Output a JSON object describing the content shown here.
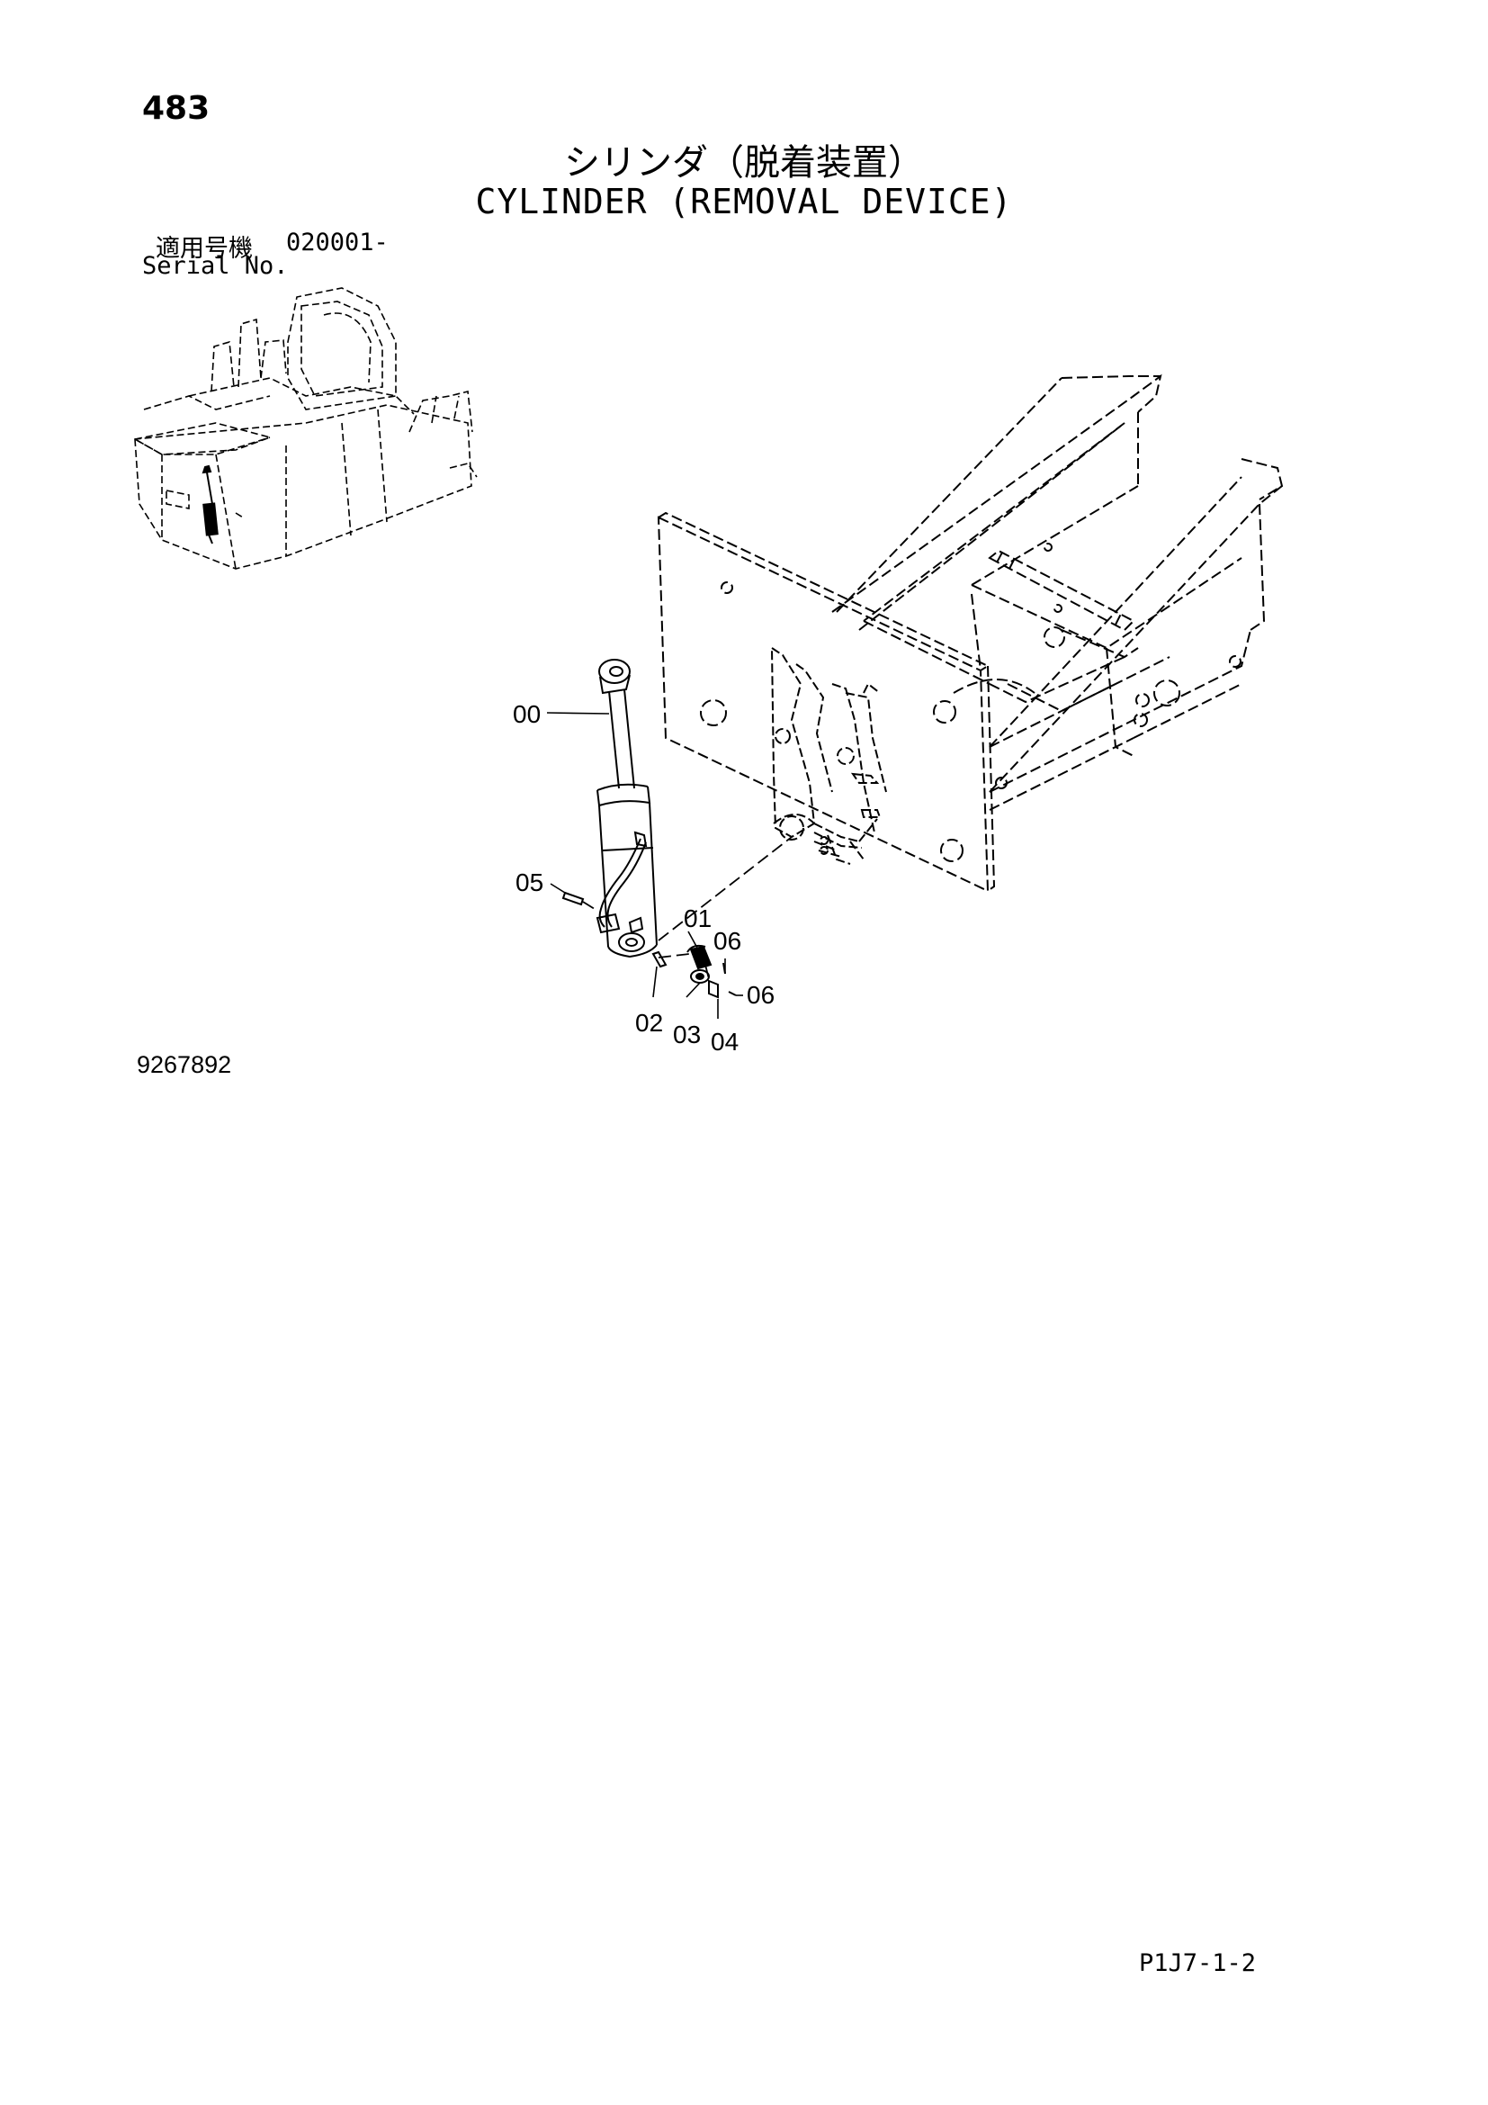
{
  "header": {
    "page_number": "483",
    "title_jp": "シリンダ（脱着装置）",
    "title_en": "CYLINDER (REMOVAL DEVICE)"
  },
  "serial": {
    "label_jp": "適用号機",
    "range": "020001-",
    "label_en": "Serial No."
  },
  "figure": {
    "number": "9267892",
    "callouts": [
      "00",
      "05",
      "01",
      "06",
      "06",
      "02",
      "03",
      "04"
    ]
  },
  "footer": {
    "page_code": "P1J7-1-2"
  }
}
